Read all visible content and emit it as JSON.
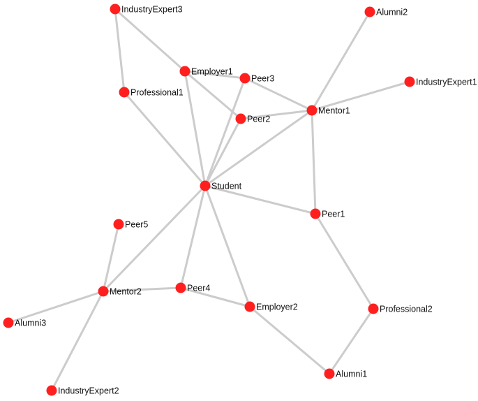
{
  "graph": {
    "colors": {
      "node": "#ff1f1f",
      "edge": "#cccccc",
      "label": "#111111"
    },
    "nodes": [
      {
        "id": "Student",
        "label": "Student"
      },
      {
        "id": "Employer1",
        "label": "Employer1"
      },
      {
        "id": "Employer2",
        "label": "Employer2"
      },
      {
        "id": "Peer1",
        "label": "Peer1"
      },
      {
        "id": "Peer2",
        "label": "Peer2"
      },
      {
        "id": "Peer3",
        "label": "Peer3"
      },
      {
        "id": "Peer4",
        "label": "Peer4"
      },
      {
        "id": "Peer5",
        "label": "Peer5"
      },
      {
        "id": "Mentor1",
        "label": "Mentor1"
      },
      {
        "id": "Mentor2",
        "label": "Mentor2"
      },
      {
        "id": "Professional1",
        "label": "Professional1"
      },
      {
        "id": "Professional2",
        "label": "Professional2"
      },
      {
        "id": "IndustryExpert1",
        "label": "IndustryExpert1"
      },
      {
        "id": "IndustryExpert2",
        "label": "IndustryExpert2"
      },
      {
        "id": "IndustryExpert3",
        "label": "IndustryExpert3"
      },
      {
        "id": "Alumni1",
        "label": "Alumni1"
      },
      {
        "id": "Alumni2",
        "label": "Alumni2"
      },
      {
        "id": "Alumni3",
        "label": "Alumni3"
      }
    ],
    "edges": [
      [
        "IndustryExpert3",
        "Employer1"
      ],
      [
        "IndustryExpert3",
        "Professional1"
      ],
      [
        "Professional1",
        "Student"
      ],
      [
        "Employer1",
        "Student"
      ],
      [
        "Employer1",
        "Peer3"
      ],
      [
        "Employer1",
        "Peer2"
      ],
      [
        "Peer3",
        "Student"
      ],
      [
        "Peer3",
        "Mentor1"
      ],
      [
        "Peer2",
        "Student"
      ],
      [
        "Peer2",
        "Mentor1"
      ],
      [
        "Mentor1",
        "Alumni2"
      ],
      [
        "Mentor1",
        "IndustryExpert1"
      ],
      [
        "Mentor1",
        "Student"
      ],
      [
        "Mentor1",
        "Peer1"
      ],
      [
        "Student",
        "Peer1"
      ],
      [
        "Peer1",
        "Professional2"
      ],
      [
        "Professional2",
        "Alumni1"
      ],
      [
        "Alumni1",
        "Employer2"
      ],
      [
        "Student",
        "Employer2"
      ],
      [
        "Student",
        "Peer4"
      ],
      [
        "Student",
        "Mentor2"
      ],
      [
        "Peer4",
        "Employer2"
      ],
      [
        "Peer4",
        "Mentor2"
      ],
      [
        "Peer5",
        "Mentor2"
      ],
      [
        "Mentor2",
        "Alumni3"
      ],
      [
        "Mentor2",
        "IndustryExpert2"
      ]
    ]
  }
}
